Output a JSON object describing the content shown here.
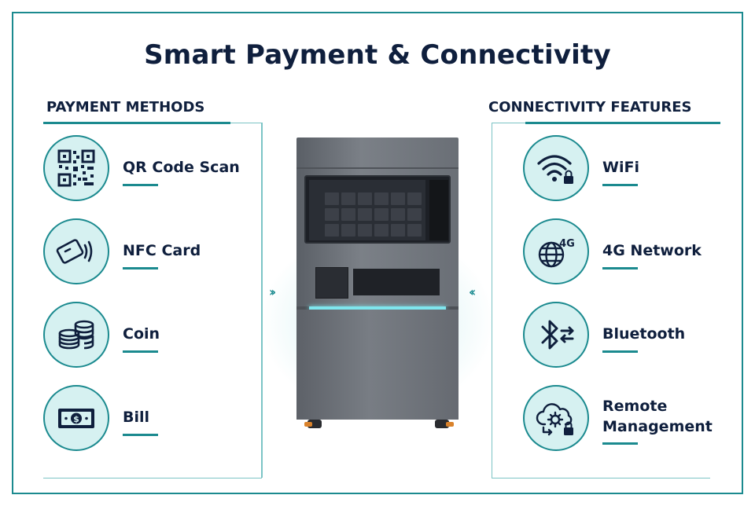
{
  "title": "Smart Payment & Connectivity",
  "payment": {
    "heading": "PAYMENT METHODS",
    "items": [
      {
        "label": "QR Code Scan",
        "icon": "qr-code-icon"
      },
      {
        "label": "NFC Card",
        "icon": "nfc-card-icon"
      },
      {
        "label": "Coin",
        "icon": "coin-stack-icon"
      },
      {
        "label": "Bill",
        "icon": "banknote-icon"
      }
    ]
  },
  "connectivity": {
    "heading": "CONNECTIVITY FEATURES",
    "items": [
      {
        "label": "WiFi",
        "icon": "wifi-lock-icon"
      },
      {
        "label": "4G Network",
        "icon": "globe-4g-icon",
        "badge": "4G"
      },
      {
        "label": "Bluetooth",
        "icon": "bluetooth-icon"
      },
      {
        "label_line1": "Remote",
        "label_line2": "Management",
        "icon": "cloud-gear-icon"
      }
    ]
  },
  "colors": {
    "accent": "#1b8a8f",
    "icon_fill": "#d6f1f1",
    "text": "#0f1f3d"
  }
}
